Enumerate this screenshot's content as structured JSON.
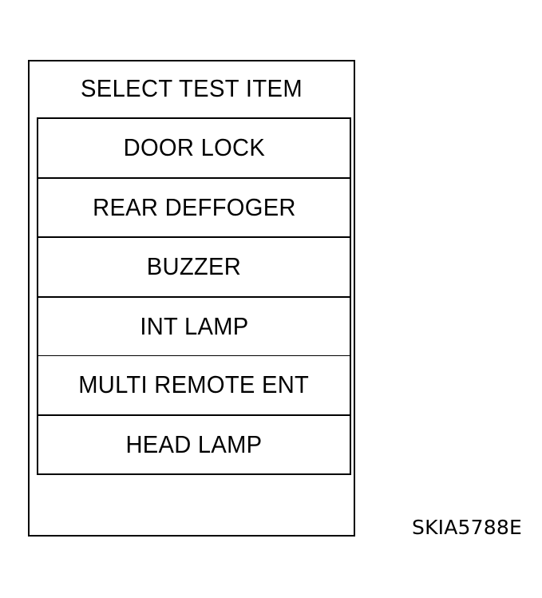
{
  "figure": {
    "caption": "SKIA5788E",
    "background_color": "#ffffff",
    "line_color": "#000000"
  },
  "screen": {
    "title": "SELECT TEST ITEM",
    "items": [
      {
        "label": "DOOR LOCK"
      },
      {
        "label": "REAR DEFFOGER"
      },
      {
        "label": "BUZZER"
      },
      {
        "label": "INT LAMP"
      },
      {
        "label": "MULTI REMOTE ENT"
      },
      {
        "label": "HEAD LAMP"
      }
    ]
  }
}
